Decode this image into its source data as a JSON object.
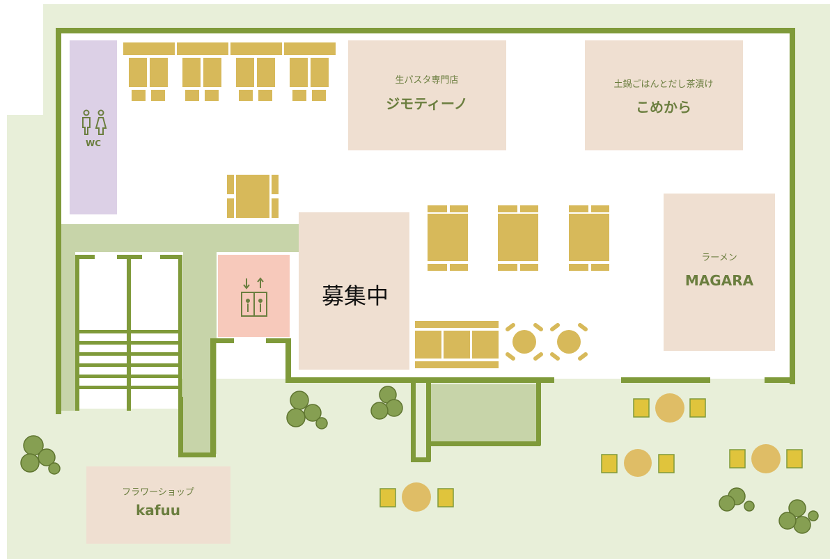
{
  "colors": {
    "ground": "#e8efd9",
    "wall": "#7f9a3a",
    "walkway": "#c7d4a9",
    "shop": "#efdfd1",
    "restroom": "#dcd0e6",
    "elevator": "#f7c9bb",
    "table": "#d7b95a",
    "outdoor_chair": "#e0c43c",
    "tree": "#7f9a4c",
    "label": "#6b7e3f"
  },
  "restroom": {
    "label": "WC",
    "icon": "restroom-icon"
  },
  "elevator": {
    "icon": "elevator-icon"
  },
  "vacancy": {
    "label": "募集中"
  },
  "shops": {
    "jimotino": {
      "sub": "生パスタ専門店",
      "name": "ジモティーノ"
    },
    "komekara": {
      "sub": "土鍋ごはんとだし茶漬け",
      "name": "こめから"
    },
    "magara": {
      "sub": "ラーメン",
      "name": "MAGARA"
    },
    "kafuu": {
      "sub": "フラワーショップ",
      "name": "kafuu"
    }
  }
}
